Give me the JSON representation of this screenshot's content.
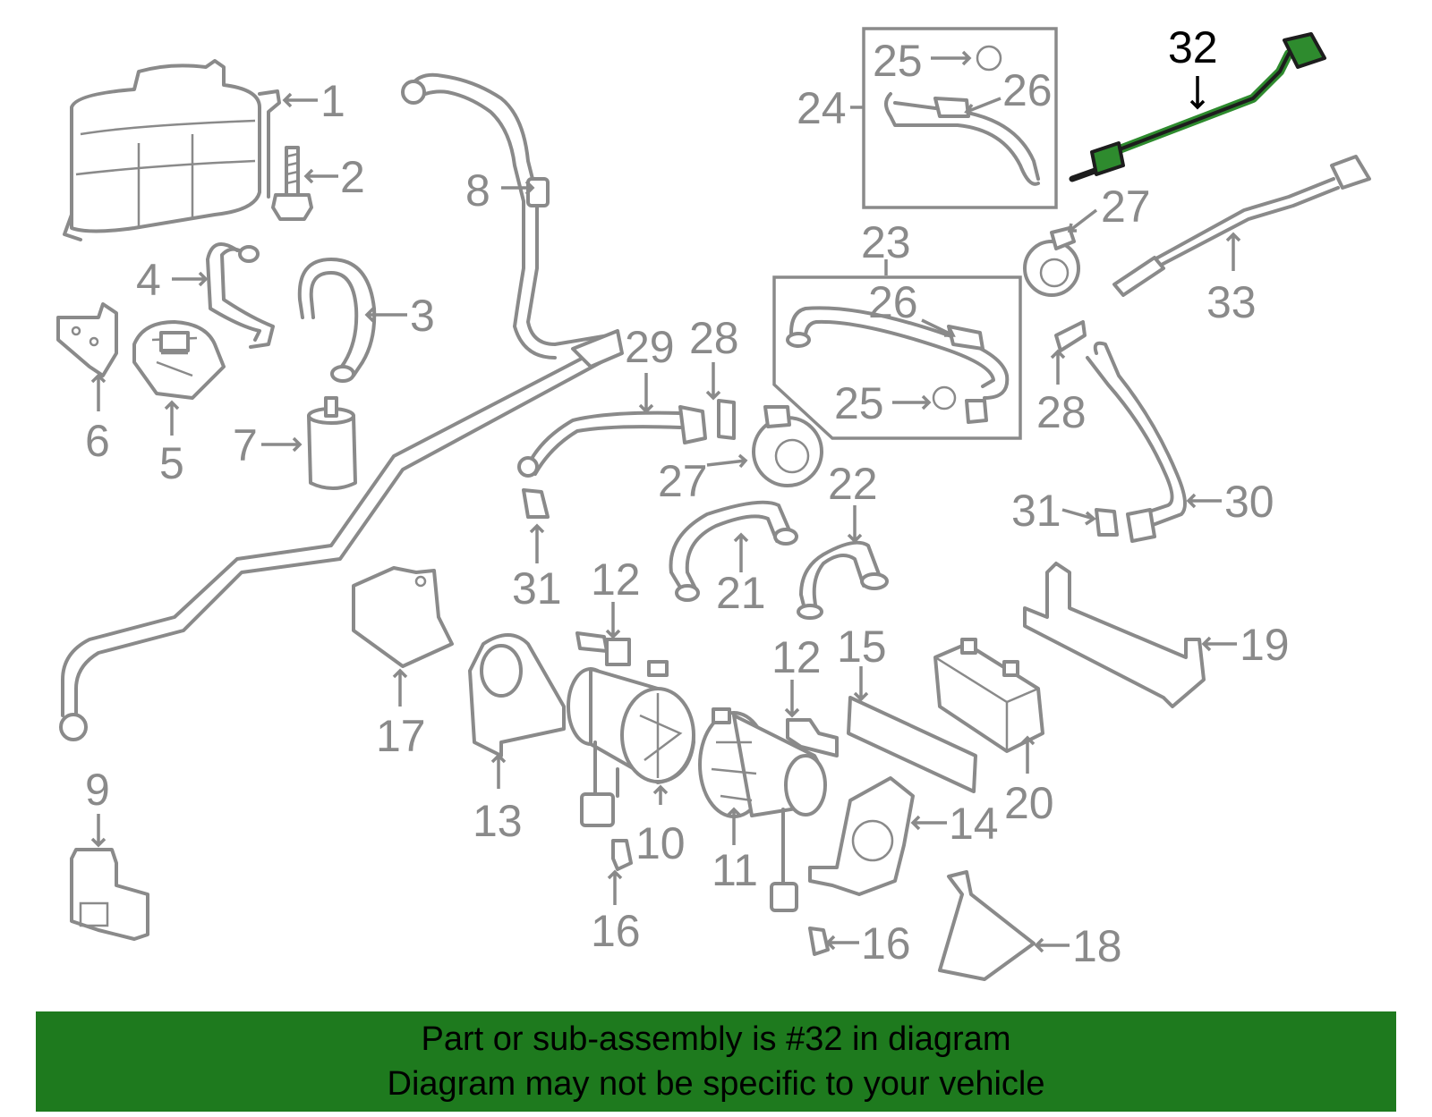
{
  "highlight_color": "#2e8b2e",
  "banner": {
    "color": "#1e7a1e",
    "line1": "Part or sub-assembly is #32 in diagram",
    "line2": "Diagram may not be specific to your vehicle"
  },
  "callouts": [
    {
      "id": "c1",
      "text": "1"
    },
    {
      "id": "c2",
      "text": "2"
    },
    {
      "id": "c3",
      "text": "3"
    },
    {
      "id": "c4",
      "text": "4"
    },
    {
      "id": "c5",
      "text": "5"
    },
    {
      "id": "c6",
      "text": "6"
    },
    {
      "id": "c7",
      "text": "7"
    },
    {
      "id": "c8",
      "text": "8"
    },
    {
      "id": "c9",
      "text": "9"
    },
    {
      "id": "c10",
      "text": "10"
    },
    {
      "id": "c11",
      "text": "11"
    },
    {
      "id": "c12a",
      "text": "12"
    },
    {
      "id": "c12b",
      "text": "12"
    },
    {
      "id": "c13",
      "text": "13"
    },
    {
      "id": "c14",
      "text": "14"
    },
    {
      "id": "c15",
      "text": "15"
    },
    {
      "id": "c16a",
      "text": "16"
    },
    {
      "id": "c16b",
      "text": "16"
    },
    {
      "id": "c17",
      "text": "17"
    },
    {
      "id": "c18",
      "text": "18"
    },
    {
      "id": "c19",
      "text": "19"
    },
    {
      "id": "c20",
      "text": "20"
    },
    {
      "id": "c21",
      "text": "21"
    },
    {
      "id": "c22",
      "text": "22"
    },
    {
      "id": "c23",
      "text": "23"
    },
    {
      "id": "c24",
      "text": "24"
    },
    {
      "id": "c25a",
      "text": "25"
    },
    {
      "id": "c25b",
      "text": "25"
    },
    {
      "id": "c26a",
      "text": "26"
    },
    {
      "id": "c26b",
      "text": "26"
    },
    {
      "id": "c27a",
      "text": "27"
    },
    {
      "id": "c27b",
      "text": "27"
    },
    {
      "id": "c28a",
      "text": "28"
    },
    {
      "id": "c28b",
      "text": "28"
    },
    {
      "id": "c29",
      "text": "29"
    },
    {
      "id": "c30",
      "text": "30"
    },
    {
      "id": "c31a",
      "text": "31"
    },
    {
      "id": "c31b",
      "text": "31"
    },
    {
      "id": "c32",
      "text": "32",
      "highlighted": true
    },
    {
      "id": "c33",
      "text": "33"
    }
  ]
}
